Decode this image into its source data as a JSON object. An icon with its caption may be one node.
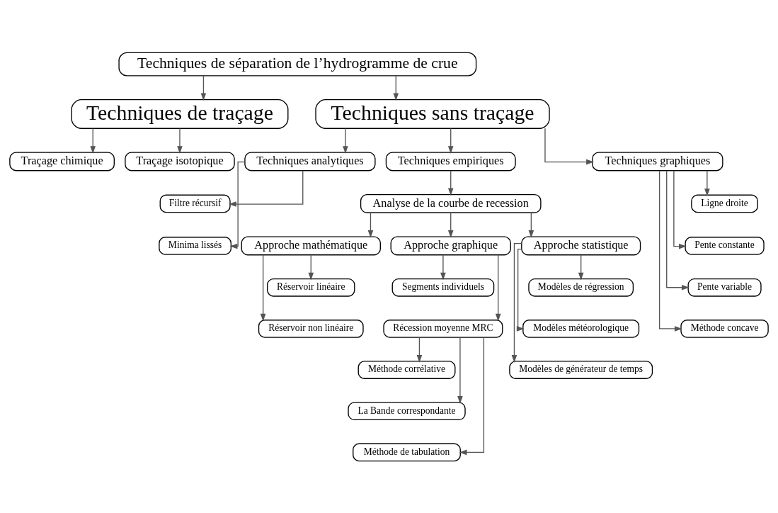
{
  "diagram": {
    "nodes": [
      {
        "text": [
          "Techniques de séparation de l’hydrogramme de crue"
        ]
      },
      {
        "text": [
          "Techniques de traçage"
        ]
      },
      {
        "text": [
          "Techniques sans traçage"
        ]
      },
      {
        "text": [
          "Traçage chimique"
        ]
      },
      {
        "text": [
          "Traçage isotopique"
        ]
      },
      {
        "text": [
          "Techniques analytiques"
        ]
      },
      {
        "text": [
          "Techniques empiriques"
        ]
      },
      {
        "text": [
          "Techniques graphiques"
        ]
      },
      {
        "text": [
          "Filtre récursif"
        ]
      },
      {
        "text": [
          "Minima lissés"
        ]
      },
      {
        "text": [
          "Analyse de la courbe de recession"
        ]
      },
      {
        "text": [
          "Ligne droite"
        ]
      },
      {
        "text": [
          "Pente constante"
        ]
      },
      {
        "text": [
          "Pente variable"
        ]
      },
      {
        "text": [
          "Méthode concave"
        ]
      },
      {
        "text": [
          "Approche mathématique"
        ]
      },
      {
        "text": [
          "Approche graphique"
        ]
      },
      {
        "text": [
          "Approche statistique"
        ]
      },
      {
        "text": [
          "Réservoir linéaire"
        ]
      },
      {
        "text": [
          "Réservoir non linéaire"
        ]
      },
      {
        "text": [
          "Segments individuels"
        ]
      },
      {
        "text": [
          "Récession moyenne MRC"
        ]
      },
      {
        "text": [
          "Modèles de régression"
        ]
      },
      {
        "text": [
          "Modèles météorologique"
        ]
      },
      {
        "text": [
          "Modèles de générateur de temps"
        ]
      },
      {
        "text": [
          "Méthode corrélative"
        ]
      },
      {
        "text": [
          "La Bande correspondante"
        ]
      },
      {
        "text": [
          "Méthode de tabulation"
        ]
      }
    ],
    "edges": [
      {
        "from": 0,
        "to": 1,
        "arrow": "to"
      },
      {
        "from": 0,
        "to": 2,
        "arrow": "to"
      },
      {
        "from": 1,
        "to": 3,
        "arrow": "to"
      },
      {
        "from": 1,
        "to": 4,
        "arrow": "to"
      },
      {
        "from": 2,
        "to": 5,
        "arrow": "to"
      },
      {
        "from": 2,
        "to": 6,
        "arrow": "to"
      },
      {
        "from": 2,
        "to": 7,
        "arrow": "to"
      },
      {
        "from": 5,
        "to": 8,
        "arrow": "to"
      },
      {
        "from": 5,
        "to": 9,
        "arrow": "to"
      },
      {
        "from": 6,
        "to": 10,
        "arrow": "to"
      },
      {
        "from": 7,
        "to": 11,
        "arrow": "to"
      },
      {
        "from": 7,
        "to": 12,
        "arrow": "to"
      },
      {
        "from": 7,
        "to": 13,
        "arrow": "to"
      },
      {
        "from": 7,
        "to": 14,
        "arrow": "to"
      },
      {
        "from": 10,
        "to": 15,
        "arrow": "to"
      },
      {
        "from": 10,
        "to": 16,
        "arrow": "to"
      },
      {
        "from": 10,
        "to": 17,
        "arrow": "to"
      },
      {
        "from": 15,
        "to": 18,
        "arrow": "to"
      },
      {
        "from": 15,
        "to": 19,
        "arrow": "to"
      },
      {
        "from": 16,
        "to": 20,
        "arrow": "to"
      },
      {
        "from": 16,
        "to": 21,
        "arrow": "to"
      },
      {
        "from": 17,
        "to": 22,
        "arrow": "to"
      },
      {
        "from": 17,
        "to": 23,
        "arrow": "to"
      },
      {
        "from": 17,
        "to": 24,
        "arrow": "to"
      },
      {
        "from": 21,
        "to": 25,
        "arrow": "to"
      },
      {
        "from": 21,
        "to": 26,
        "arrow": "to"
      },
      {
        "from": 21,
        "to": 27,
        "arrow": "to"
      }
    ]
  }
}
